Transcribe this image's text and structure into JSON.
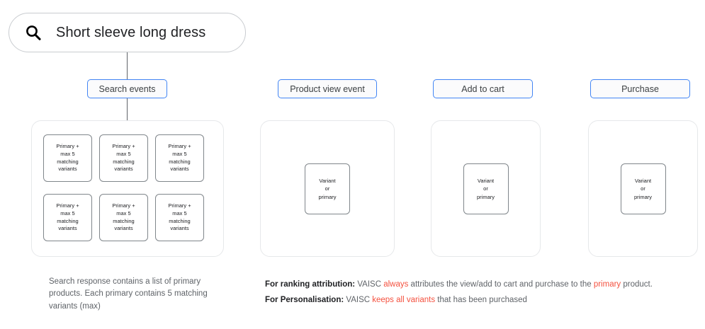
{
  "search": {
    "icon": "search-icon",
    "query": "Short sleeve long dress"
  },
  "pills": {
    "search_events": "Search events",
    "product_view_event": "Product view event",
    "add_to_cart": "Add to cart",
    "purchase": "Purchase"
  },
  "search_panel": {
    "cards": [
      "Primary + max 5 matching variants",
      "Primary + max 5 matching variants",
      "Primary + max 5 matching variants",
      "Primary + max 5 matching variants",
      "Primary + max 5 matching variants",
      "Primary + max 5 matching variants"
    ],
    "card_lines": [
      "Primary +",
      "max 5",
      "matching",
      "variants"
    ]
  },
  "event_panels": {
    "card_lines": [
      "Variant",
      "or",
      "primary"
    ],
    "product_view_card": "Variant or primary",
    "add_to_cart_card": "Variant or primary",
    "purchase_card": "Variant or primary"
  },
  "captions": {
    "left": "Search response contains a list of primary products. Each primary contains 5 matching variants (max)",
    "ranking": {
      "label": "For ranking attribution:",
      "part1": " VAISC ",
      "highlight1": "always",
      "part2": " attributes the view/add to cart and purchase to the ",
      "highlight2": "primary",
      "part3": " product."
    },
    "personalisation": {
      "label": "For Personalisation:",
      "part1": " VAISC ",
      "highlight1": "keeps all variants",
      "part2": " that has been purchased"
    }
  },
  "colors": {
    "accent_blue": "#4285f4",
    "highlight_red": "#f4513f",
    "panel_border": "#e6e8ea",
    "card_border": "#80868b",
    "text_primary": "#202124",
    "text_secondary": "#5f6368"
  }
}
